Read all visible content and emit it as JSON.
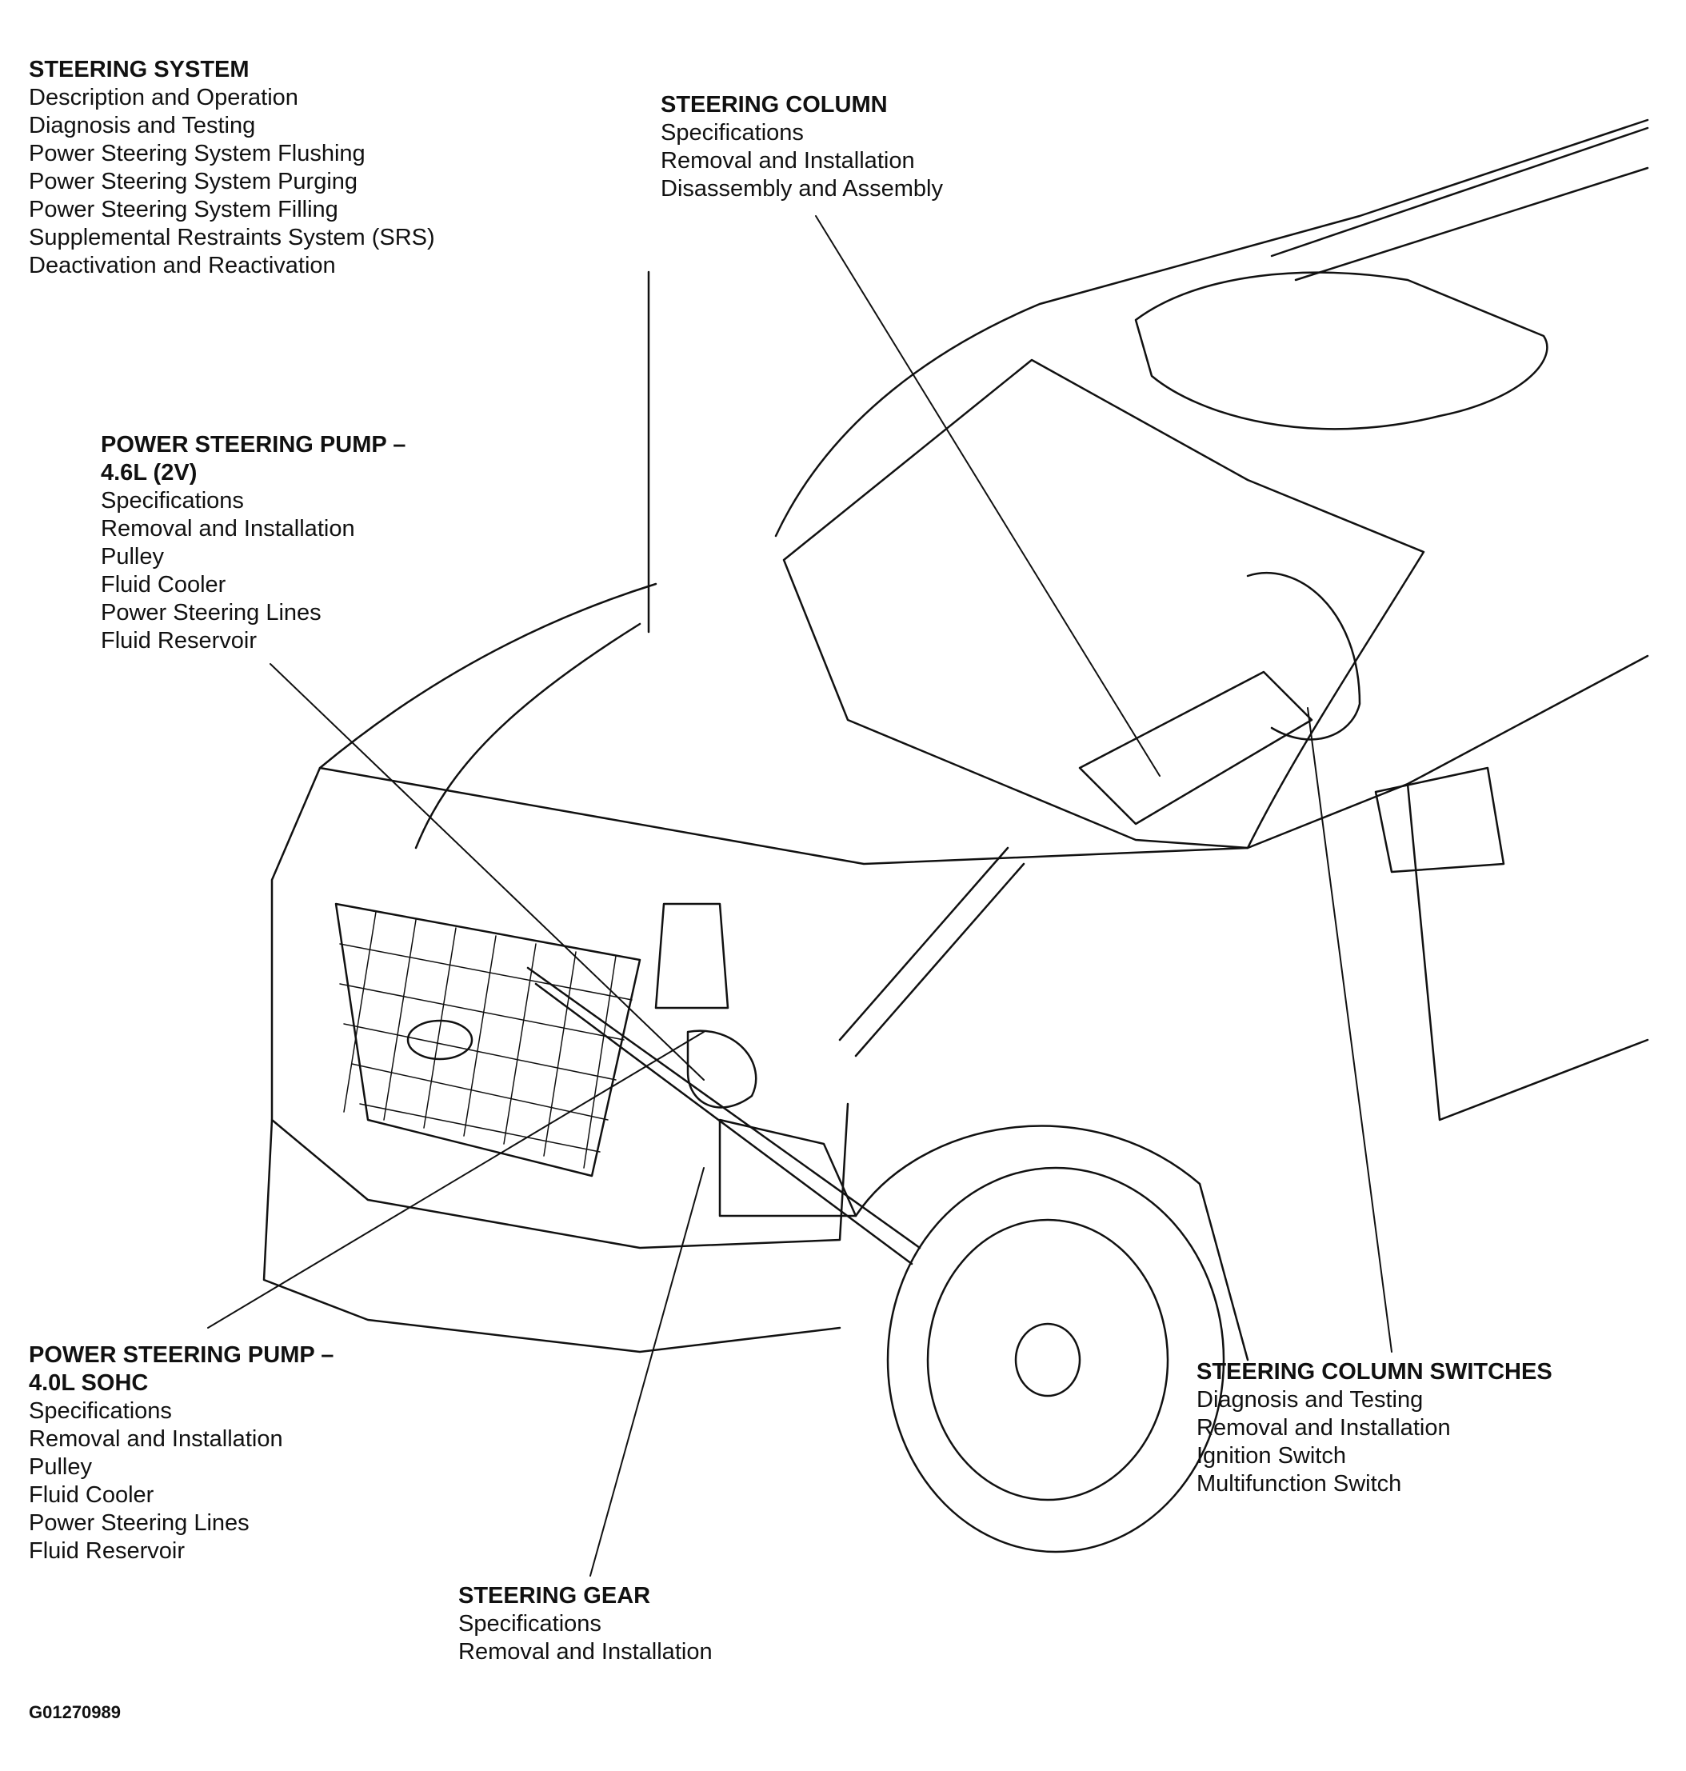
{
  "callouts": {
    "steering_system": {
      "title": "STEERING SYSTEM",
      "items": [
        "Description and Operation",
        "Diagnosis and Testing",
        "Power Steering System Flushing",
        "Power Steering System Purging",
        "Power Steering System Filling",
        "Supplemental Restraints System (SRS)",
        "Deactivation and Reactivation"
      ]
    },
    "steering_column": {
      "title": "STEERING COLUMN",
      "items": [
        "Specifications",
        "Removal and Installation",
        "Disassembly and Assembly"
      ]
    },
    "pump_46": {
      "title": "POWER STEERING PUMP –",
      "title2": "4.6L (2V)",
      "items": [
        "Specifications",
        "Removal and Installation",
        "Pulley",
        "Fluid Cooler",
        "Power Steering Lines",
        "Fluid Reservoir"
      ]
    },
    "pump_40": {
      "title": "POWER STEERING PUMP –",
      "title2": "4.0L SOHC",
      "items": [
        "Specifications",
        "Removal and Installation",
        "Pulley",
        "Fluid Cooler",
        "Power Steering Lines",
        "Fluid Reservoir"
      ]
    },
    "column_switches": {
      "title": "STEERING COLUMN SWITCHES",
      "items": [
        "Diagnosis and Testing",
        "Removal and Installation",
        "Ignition Switch",
        "Multifunction Switch"
      ]
    },
    "steering_gear": {
      "title": "STEERING GEAR",
      "items": [
        "Specifications",
        "Removal and Installation"
      ]
    }
  },
  "figure_id": "G01270989"
}
